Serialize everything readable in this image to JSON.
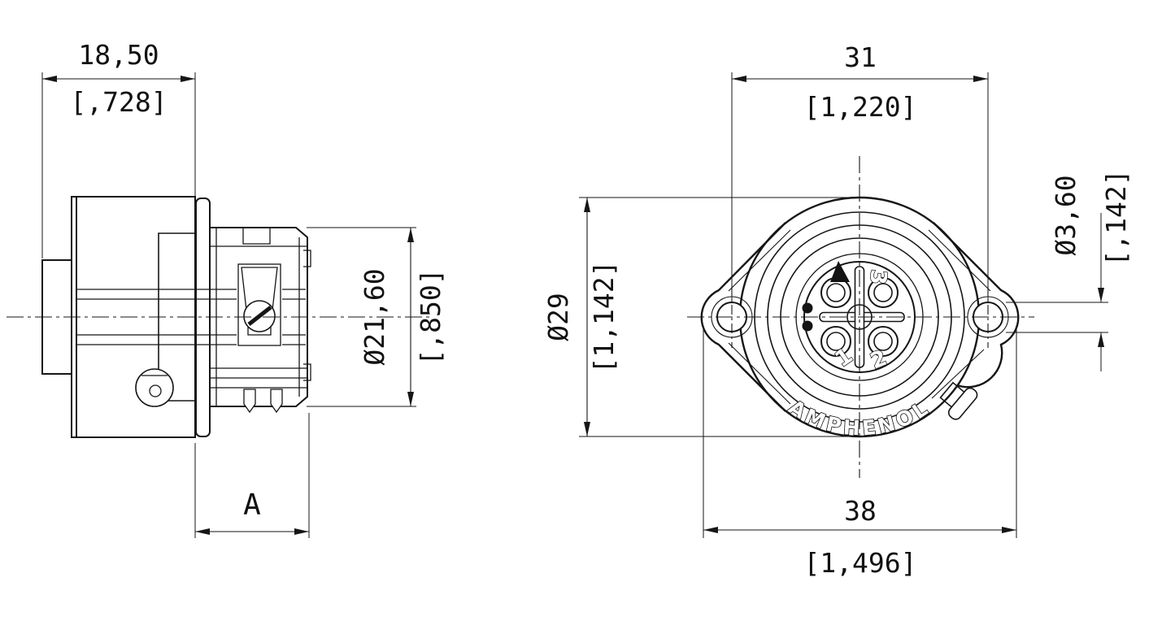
{
  "drawing": {
    "background": "#ffffff",
    "line_color": "#161616",
    "brand": "AMPHENOL",
    "side_view": {
      "width_dim": {
        "value": "18,50",
        "alt": "[,728]"
      },
      "diameter_dim": {
        "value": "Ø21,60",
        "alt": "[,850]"
      },
      "length_dim": {
        "value": "A"
      }
    },
    "front_view": {
      "hole_spacing_dim": {
        "value": "31",
        "alt": "[1,220]"
      },
      "body_diameter_dim": {
        "value": "Ø29",
        "alt": "[1,142]"
      },
      "hole_diameter_dim": {
        "value": "Ø3,60",
        "alt": "[,142]"
      },
      "flange_width_dim": {
        "value": "38",
        "alt": "[1,496]"
      },
      "contacts": {
        "one": "1",
        "two": "2",
        "three": "3"
      }
    }
  }
}
